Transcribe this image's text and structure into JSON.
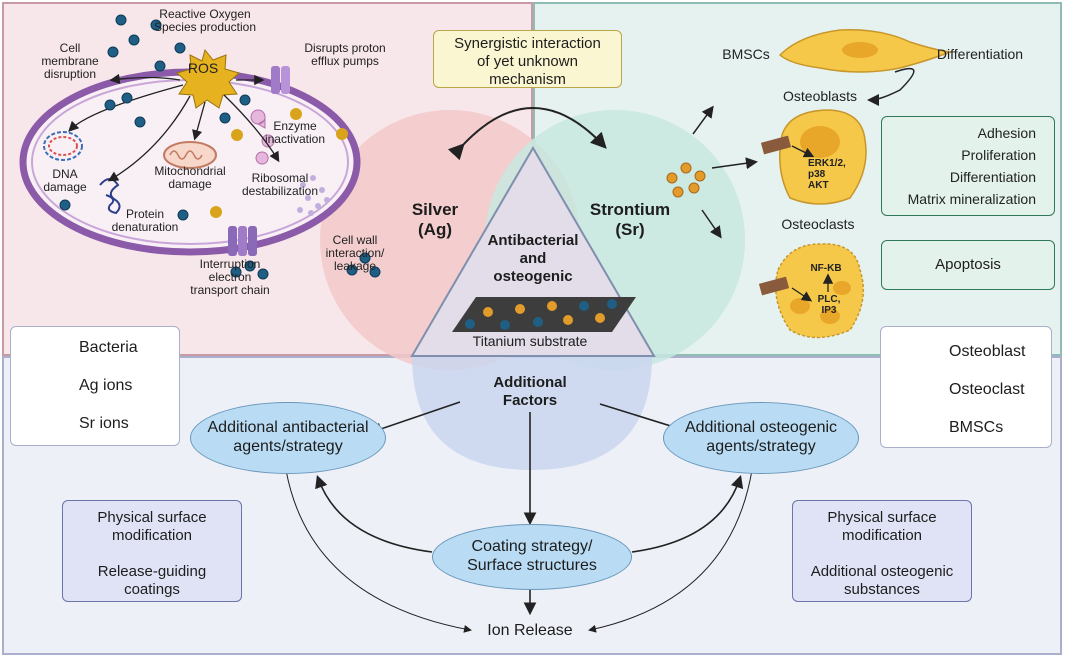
{
  "silver_panel": {
    "title_line1": "Silver",
    "title_line2": "(Ag)",
    "ros": "ROS",
    "labels": {
      "reactive_oxygen": "Reactive Oxygen\nSpecies production",
      "cell_membrane": "Cell\nmembrane\ndisruption",
      "proton_pumps": "Disrupts proton\nefflux pumps",
      "enzyme": "Enzyme\ninactivation",
      "dna": "DNA\ndamage",
      "mitochondrial": "Mitochondrial\ndamage",
      "ribosomal": "Ribosomal\ndestabilization",
      "protein": "Protein\ndenaturation",
      "electron": "Interruption\nelectron\ntransport chain",
      "cell_wall": "Cell wall\ninteraction/\nleakage"
    }
  },
  "strontium_panel": {
    "title_line1": "Strontium",
    "title_line2": "(Sr)",
    "bmscs": "BMSCs",
    "differentiation_top": "Differentiation",
    "osteoblasts": "Osteoblasts",
    "osteoclasts": "Osteoclasts",
    "erk": "ERK1/2,\np38\nAKT",
    "nfkb": "NF-KB",
    "plc": "PLC,\nIP3",
    "effects": [
      "Adhesion",
      "Proliferation",
      "Differentiation",
      "Matrix mineralization"
    ],
    "apoptosis": "Apoptosis"
  },
  "center": {
    "synergy": "Synergistic interaction\nof yet unknown\nmechanism",
    "triangle_title": "Antibacterial\nand\nosteogenic",
    "substrate": "Titanium substrate",
    "additional_factors": "Additional\nFactors"
  },
  "bottom": {
    "antibacterial": "Additional antibacterial\nagents/strategy",
    "osteogenic": "Additional osteogenic\nagents/strategy",
    "coating": "Coating strategy/\nSurface structures",
    "ion_release": "Ion Release",
    "left_box": "Physical surface\nmodification\n\nRelease-guiding\ncoatings",
    "right_box": "Physical surface\nmodification\n\nAdditional osteogenic\nsubstances"
  },
  "legend_left": [
    "Bacteria",
    "Ag ions",
    "Sr ions"
  ],
  "legend_right": [
    "Osteoblast",
    "Osteoclast",
    "BMSCs"
  ],
  "colors": {
    "ag_ion": "#1f5f86",
    "sr_ion": "#e39b2a",
    "bacteria_membrane": "#8b5aa8",
    "cell_yellow": "#f5c84a",
    "arrow_green": "#1f7a4d"
  },
  "up_arrow": "⬆"
}
